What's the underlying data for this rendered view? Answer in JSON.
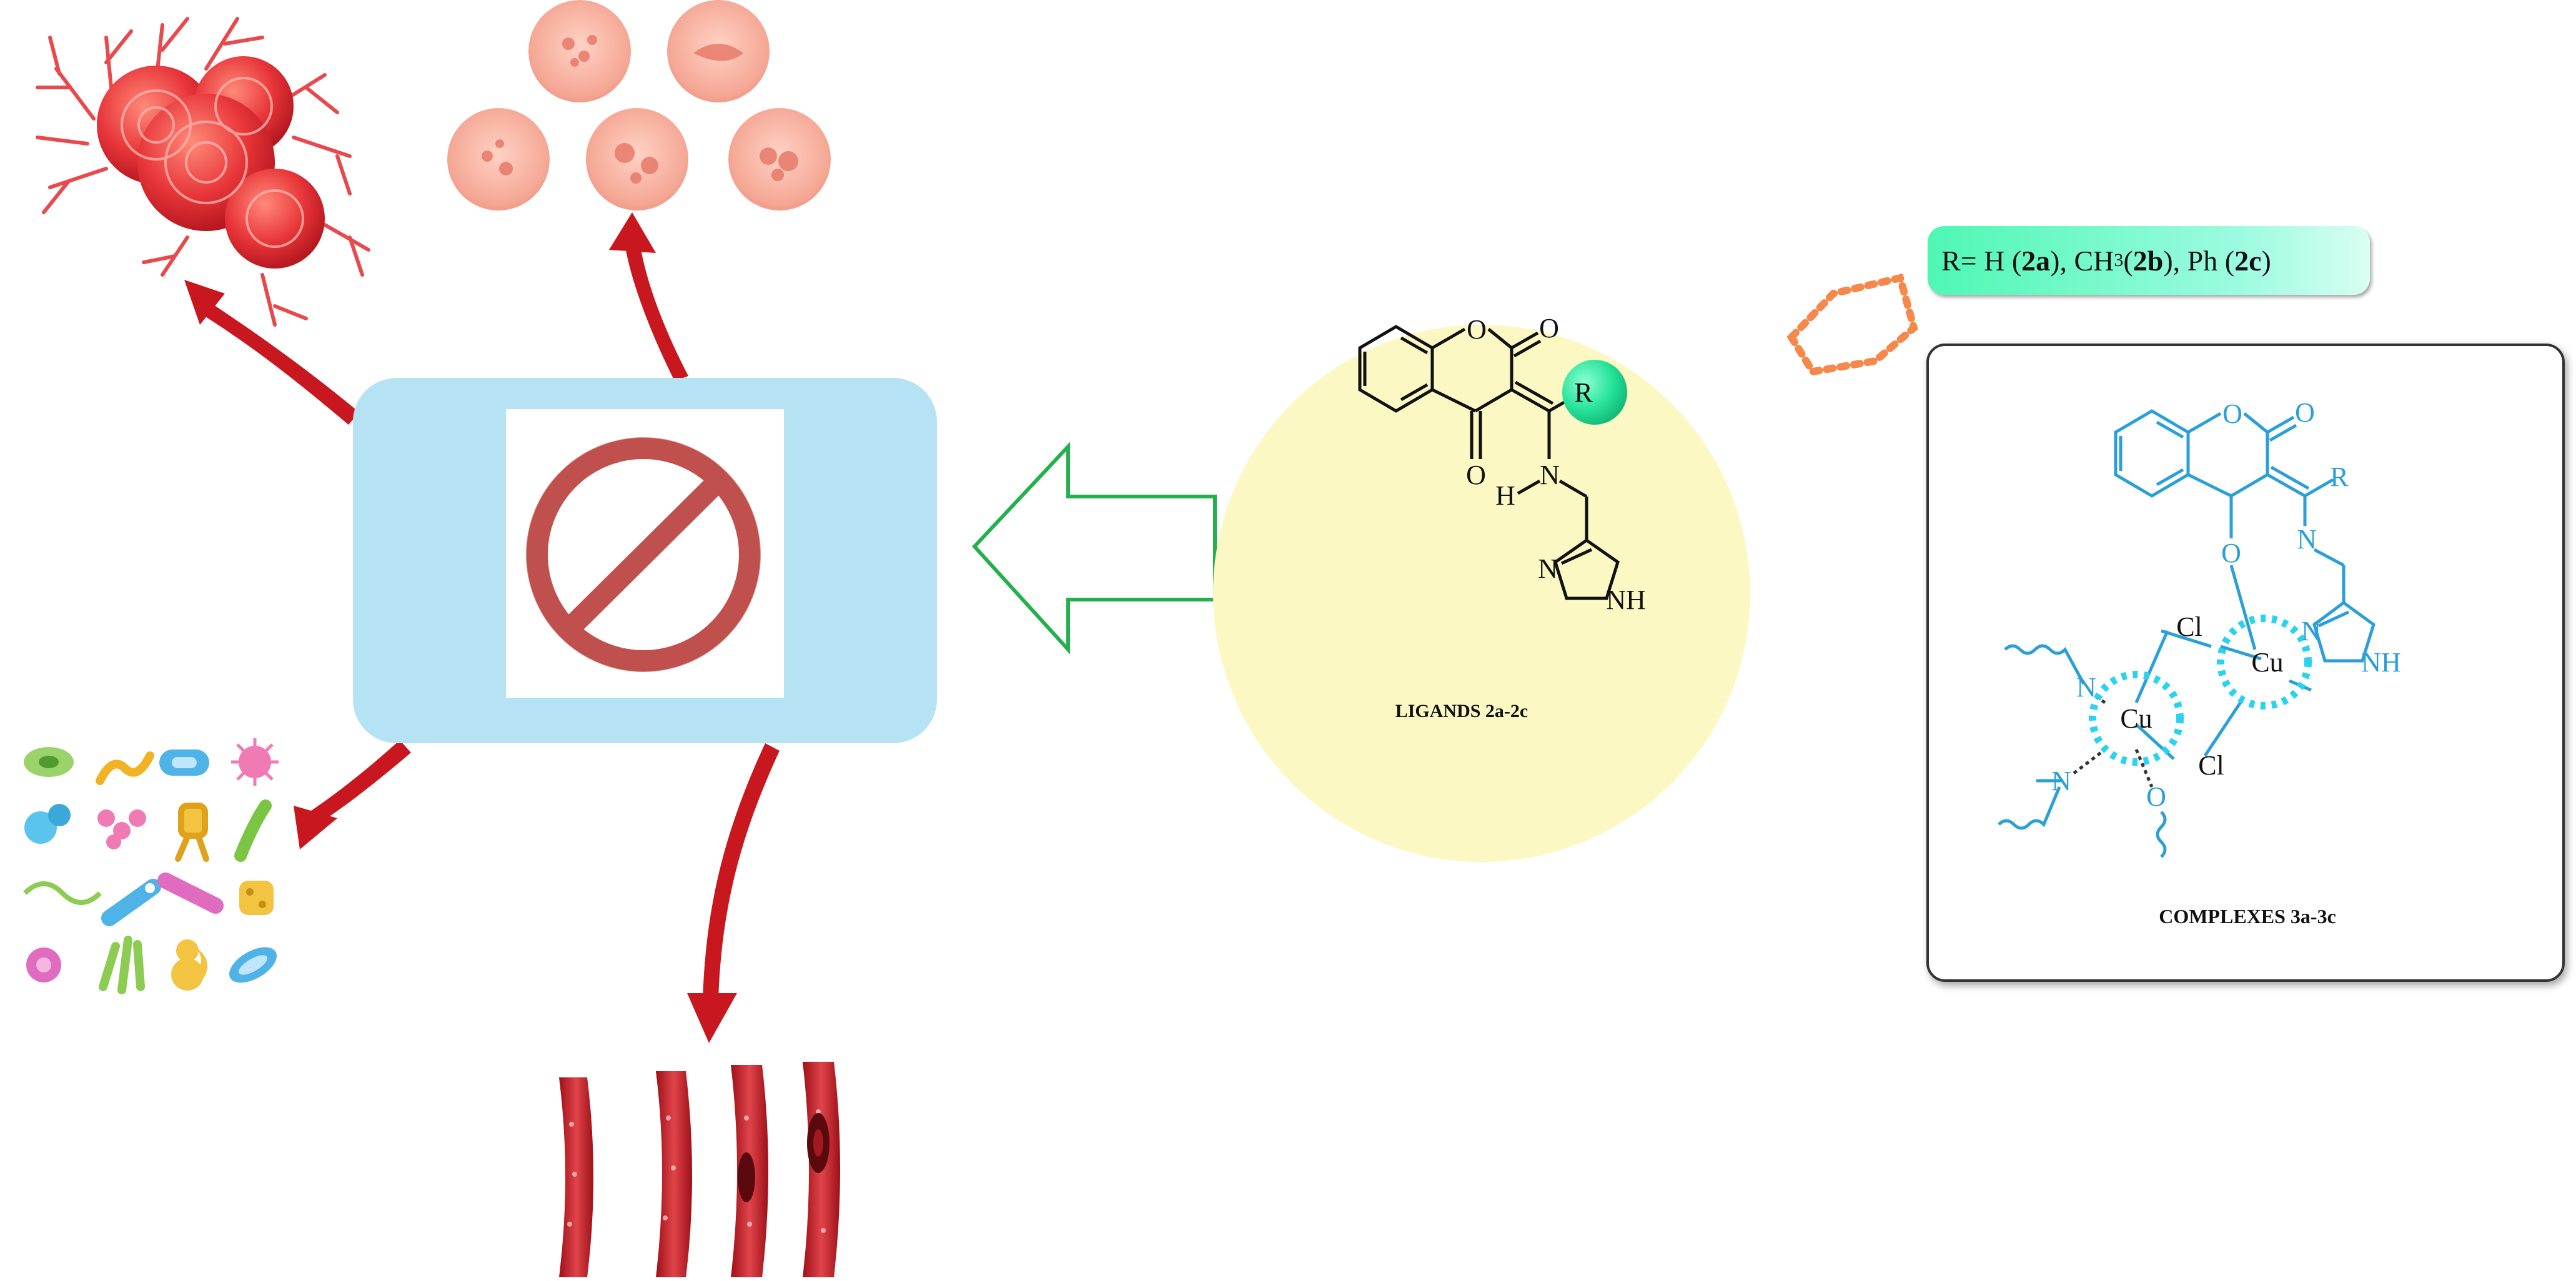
{
  "ligand": {
    "R": "R",
    "O_ring": "O",
    "O_carbonyl": "O",
    "O_ketone": "O",
    "H": "H",
    "N": "N",
    "N_imid": "N",
    "NH": "NH",
    "label": "LIGANDS 2a-2c"
  },
  "r_legend": {
    "prefix": "R= H (",
    "a": "2a",
    "mid1": "), CH",
    "sub3": "3",
    "mid2": " (",
    "b": "2b",
    "mid3": "), Ph (",
    "c": "2c",
    "suffix": ")"
  },
  "complex": {
    "O_ring": "O",
    "O_carbonyl": "O",
    "R": "R",
    "O_bridge": "O",
    "N": "N",
    "Cl_top": "Cl",
    "Cl_bottom": "Cl",
    "Cu_right": "Cu",
    "Cu_left": "Cu",
    "N_imid": "N",
    "NH": "NH",
    "N_ext1": "N",
    "N_ext2": "N",
    "O_ext": "O",
    "label": "COMPLEXES 3a-3c"
  },
  "colors": {
    "arrow_red": "#c8171e",
    "panel_blue": "#b5e3f3",
    "ban_red": "#c0504d",
    "ligand_circle": "#fbf8c4",
    "green_ball": "#27e39a",
    "complex_blue": "#2a9fd8",
    "cu_ring": "#29d3ef",
    "open_arrow_green": "#22b14c",
    "dotted_orange": "#f5884a"
  },
  "icons": [
    "tumor-cluster-icon",
    "cell-dishes-icon",
    "microbes-grid-icon",
    "blood-vessels-icon",
    "prohibition-icon"
  ]
}
